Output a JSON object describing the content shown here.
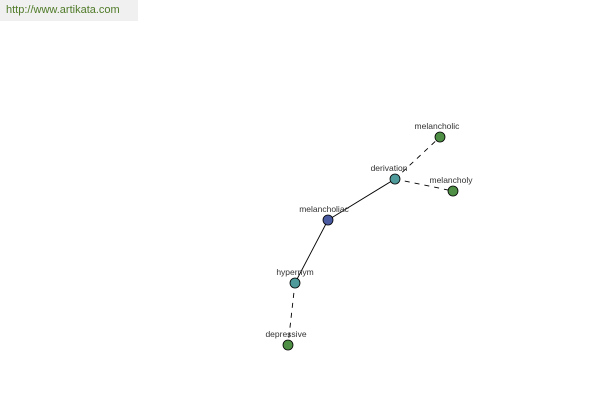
{
  "banner": {
    "url_text": "http://www.artikata.com"
  },
  "colors": {
    "center_node": "#4a5aa0",
    "relation_node": "#4f9a9a",
    "leaf_node": "#4f8f45",
    "banner_text": "#4f7a28"
  },
  "graph": {
    "nodes": [
      {
        "id": "melancholiac",
        "label": "melancholiac",
        "kind": "center"
      },
      {
        "id": "derivation",
        "label": "derivation",
        "kind": "relation"
      },
      {
        "id": "hypernym",
        "label": "hypernym",
        "kind": "relation"
      },
      {
        "id": "melancholic",
        "label": "melancholic",
        "kind": "leaf"
      },
      {
        "id": "melancholy",
        "label": "melancholy",
        "kind": "leaf"
      },
      {
        "id": "depressive",
        "label": "depressive",
        "kind": "leaf"
      }
    ],
    "edges": [
      {
        "from": "melancholiac",
        "to": "derivation",
        "style": "solid"
      },
      {
        "from": "melancholiac",
        "to": "hypernym",
        "style": "solid"
      },
      {
        "from": "derivation",
        "to": "melancholic",
        "style": "dashed"
      },
      {
        "from": "derivation",
        "to": "melancholy",
        "style": "dashed"
      },
      {
        "from": "hypernym",
        "to": "depressive",
        "style": "dashed"
      }
    ]
  }
}
